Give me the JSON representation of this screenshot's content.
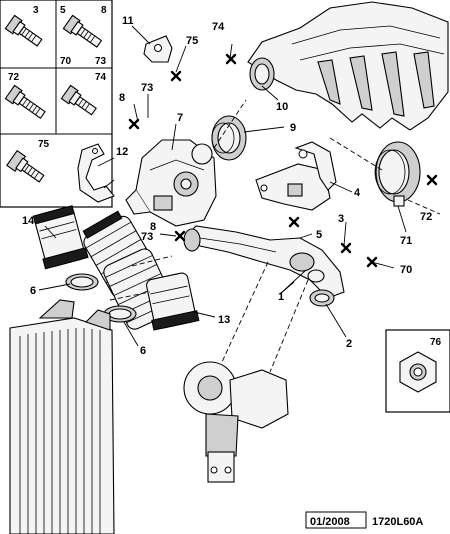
{
  "diagram": {
    "callouts": {
      "c11": "11",
      "c74a": "74",
      "c75a": "75",
      "c10": "10",
      "c8a": "8",
      "c73a": "73",
      "c7": "7",
      "c9": "9",
      "c12": "12",
      "c4": "4",
      "c72": "72",
      "c71": "71",
      "c5": "5",
      "c3": "3",
      "c14": "14",
      "c8b": "8",
      "c73b": "73",
      "c70": "70",
      "c6a": "6",
      "c1": "1",
      "c2": "2",
      "c13": "13",
      "c6b": "6"
    },
    "fastener_box": {
      "labels": {
        "b3": "3",
        "b5": "5",
        "b8": "8",
        "b70": "70",
        "b73": "73",
        "b72": "72",
        "b74": "74",
        "b75": "75"
      }
    },
    "nut_box": {
      "label": "76"
    }
  },
  "footer": {
    "date": "01/2008",
    "reference": "1720L60A"
  }
}
